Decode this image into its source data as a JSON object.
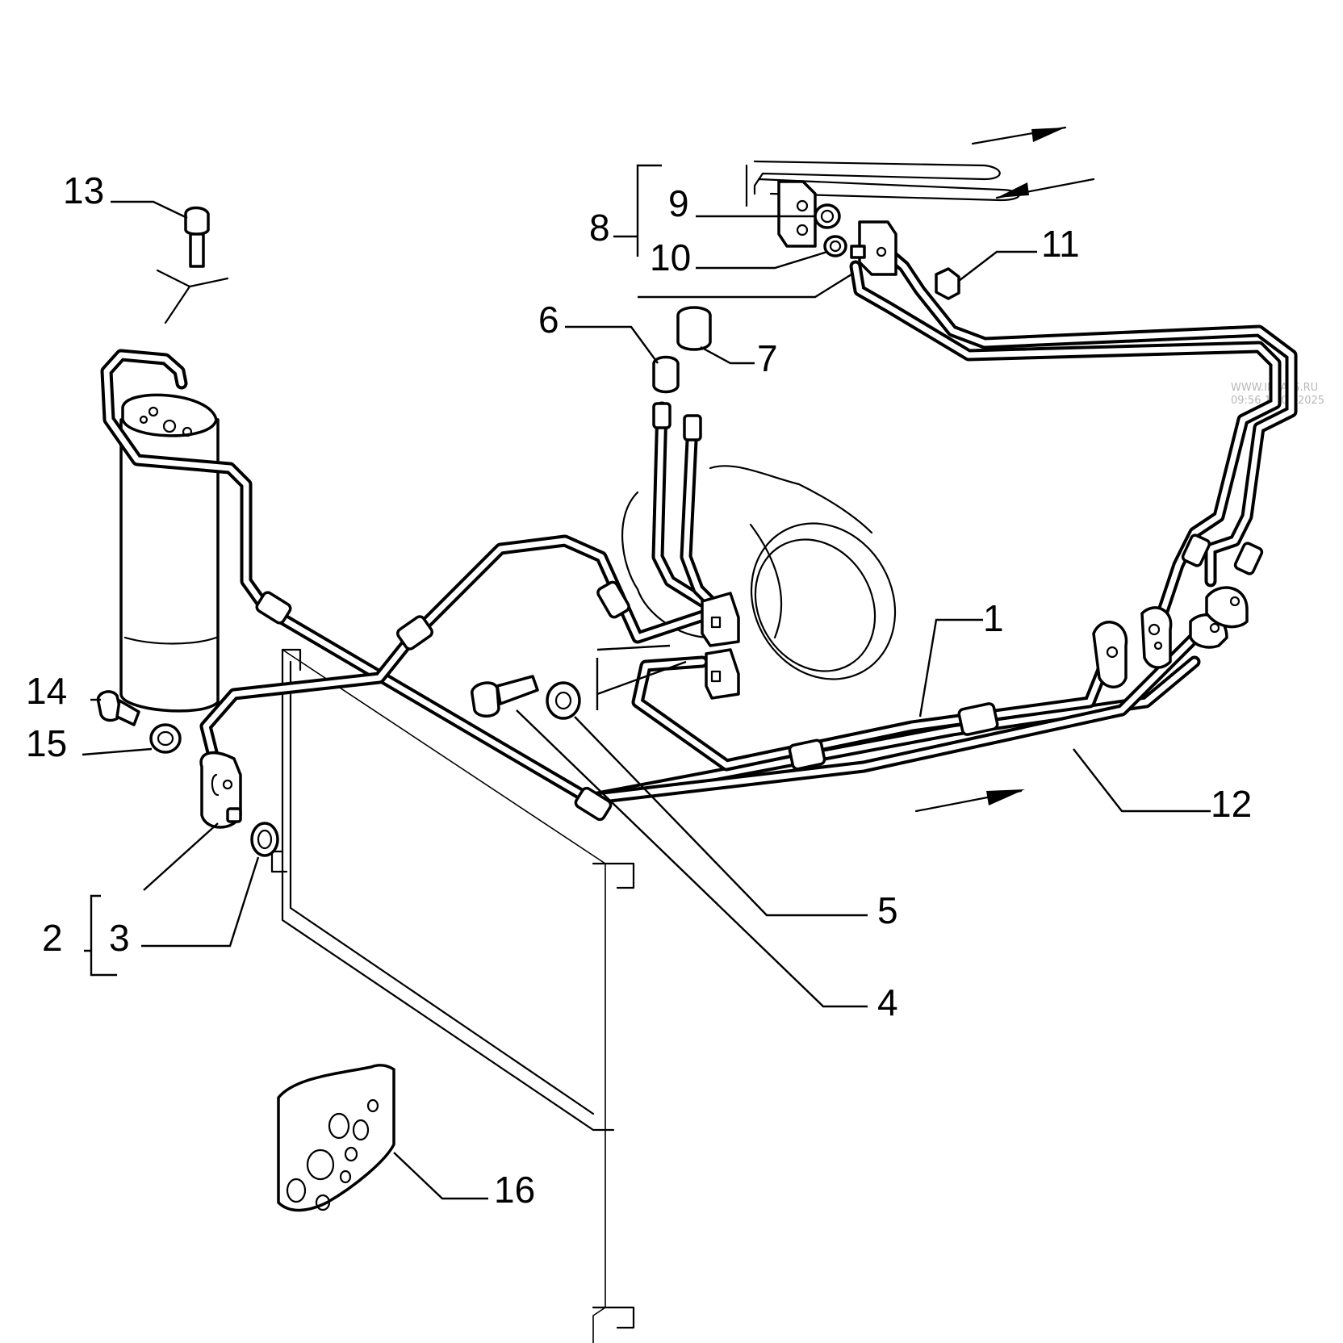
{
  "diagram": {
    "callouts": [
      {
        "id": "c1",
        "label": "1"
      },
      {
        "id": "c2",
        "label": "2"
      },
      {
        "id": "c3",
        "label": "3"
      },
      {
        "id": "c4",
        "label": "4"
      },
      {
        "id": "c5",
        "label": "5"
      },
      {
        "id": "c6",
        "label": "6"
      },
      {
        "id": "c7",
        "label": "7"
      },
      {
        "id": "c8",
        "label": "8"
      },
      {
        "id": "c9",
        "label": "9"
      },
      {
        "id": "c10",
        "label": "10"
      },
      {
        "id": "c11",
        "label": "11"
      },
      {
        "id": "c12",
        "label": "12"
      },
      {
        "id": "c13",
        "label": "13"
      },
      {
        "id": "c14",
        "label": "14"
      },
      {
        "id": "c15",
        "label": "15"
      },
      {
        "id": "c16",
        "label": "16"
      }
    ],
    "watermark": {
      "line1": "WWW.ILCATS.RU",
      "line2": "09:56 10.06.2025"
    },
    "colors": {
      "ink": "#000000",
      "paper": "#ffffff",
      "watermark": "#b8b8b8"
    }
  }
}
